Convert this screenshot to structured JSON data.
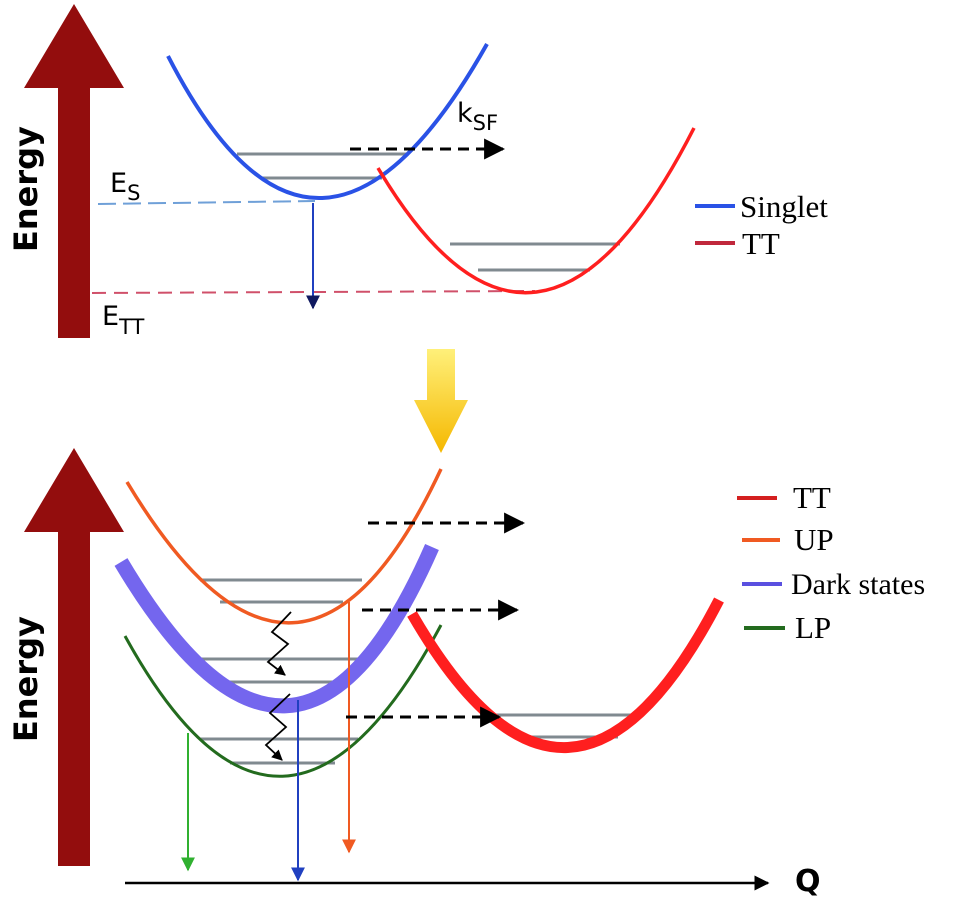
{
  "top_panel": {
    "axis_label": "Energy",
    "es_label": {
      "main": "E",
      "sub": "S"
    },
    "ett_label": {
      "main": "E",
      "sub": "TT"
    },
    "rate_label": {
      "main": "k",
      "sub": "SF"
    },
    "legend": [
      {
        "label": "Singlet",
        "color": "#2a52e6"
      },
      {
        "label": "TT",
        "color": "#d42020"
      }
    ]
  },
  "bottom_panel": {
    "axis_label": "Energy",
    "x_axis_label": "Q",
    "legend": [
      {
        "label": "TT",
        "color": "#d42020"
      },
      {
        "label": "UP",
        "color": "#f05a22"
      },
      {
        "label": "Dark states",
        "color": "#5a50e0"
      },
      {
        "label": "LP",
        "color": "#236b1e"
      }
    ]
  },
  "colors": {
    "energy_arrow": "#930d0d",
    "transition_arrow": "#f7c81a",
    "vibrational_level": "#808a90",
    "singlet": "#2a52e6",
    "tt": "#ff1f1f",
    "up": "#f05a22",
    "dark": "#7466ee",
    "lp": "#236b1e",
    "es_line": "#6fa0d8",
    "ett_line": "#d0506a",
    "emission_green": "#30b030"
  }
}
